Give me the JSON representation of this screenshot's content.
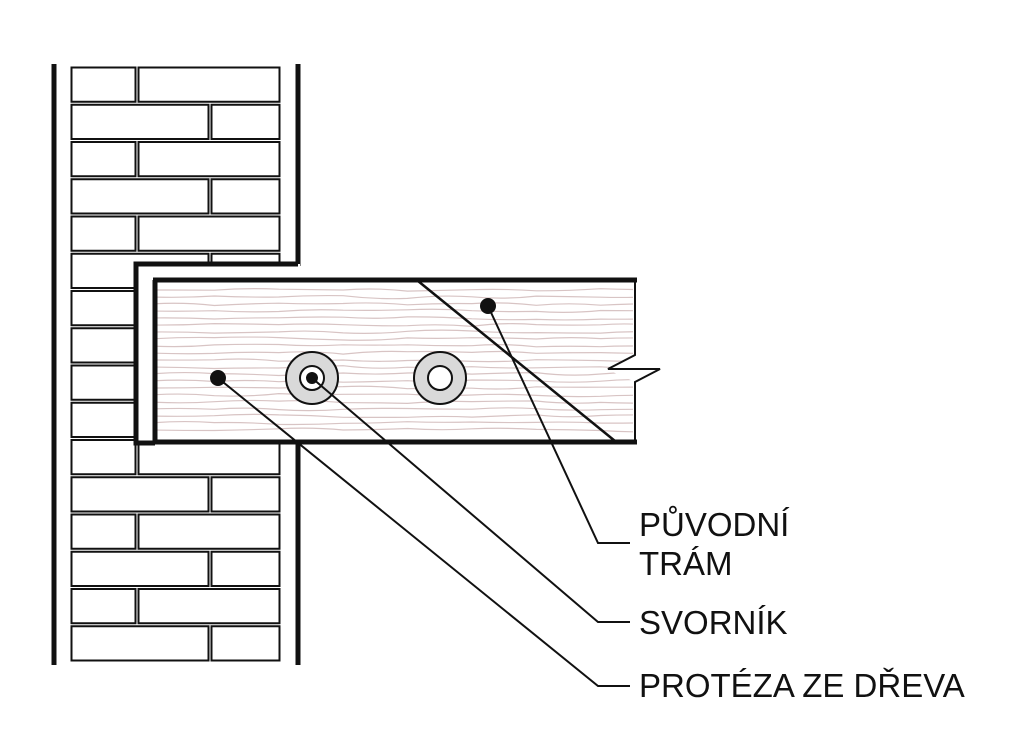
{
  "labels": {
    "original_beam_line1": "PŮVODNÍ",
    "original_beam_line2": "TRÁM",
    "bolt": "SVORNÍK",
    "wood_prosthesis": "PROTÉZA ZE DŘEVA"
  },
  "colors": {
    "line": "#111111",
    "brick_fill": "#ffffff",
    "wood_fill": "#ffffff",
    "wood_grain": "#d8c4c4",
    "bolt_fill": "#d9d9d9"
  }
}
